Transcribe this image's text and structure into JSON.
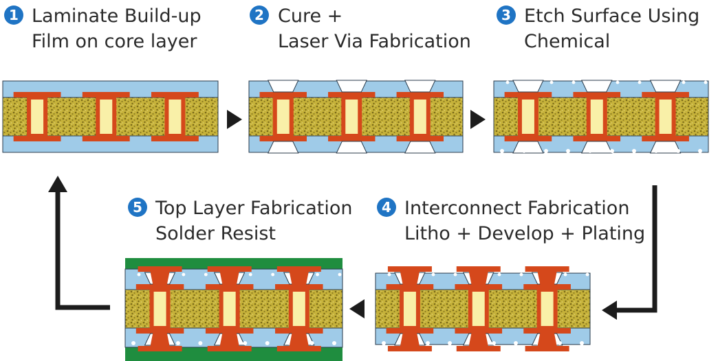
{
  "colors": {
    "badge": "#1f74c4",
    "resin": "#9fcbe8",
    "resin_outline": "#2a3a4a",
    "core": "#c6b23a",
    "core_speckle": "#7a6a18",
    "copper": "#d5481b",
    "via_fill": "#f9f0a8",
    "solder_resist": "#1f8d3f",
    "arrow": "#1c1c1c"
  },
  "steps": [
    {
      "number": "1",
      "line1": "Laminate Build-up",
      "line2": "Film on core layer",
      "stage": "laminate"
    },
    {
      "number": "2",
      "line1": "Cure +",
      "line2": "Laser Via Fabrication",
      "stage": "laser"
    },
    {
      "number": "3",
      "line1": "Etch Surface Using",
      "line2": "Chemical",
      "stage": "etch"
    },
    {
      "number": "4",
      "line1": "Interconnect Fabrication",
      "line2": "Litho + Develop + Plating",
      "stage": "plating"
    },
    {
      "number": "5",
      "line1": "Top Layer Fabrication",
      "line2": "Solder Resist",
      "stage": "resist"
    }
  ],
  "flow": [
    "1 → 2",
    "2 → 3",
    "3 → 4",
    "4 → 5",
    "5 → 1"
  ]
}
